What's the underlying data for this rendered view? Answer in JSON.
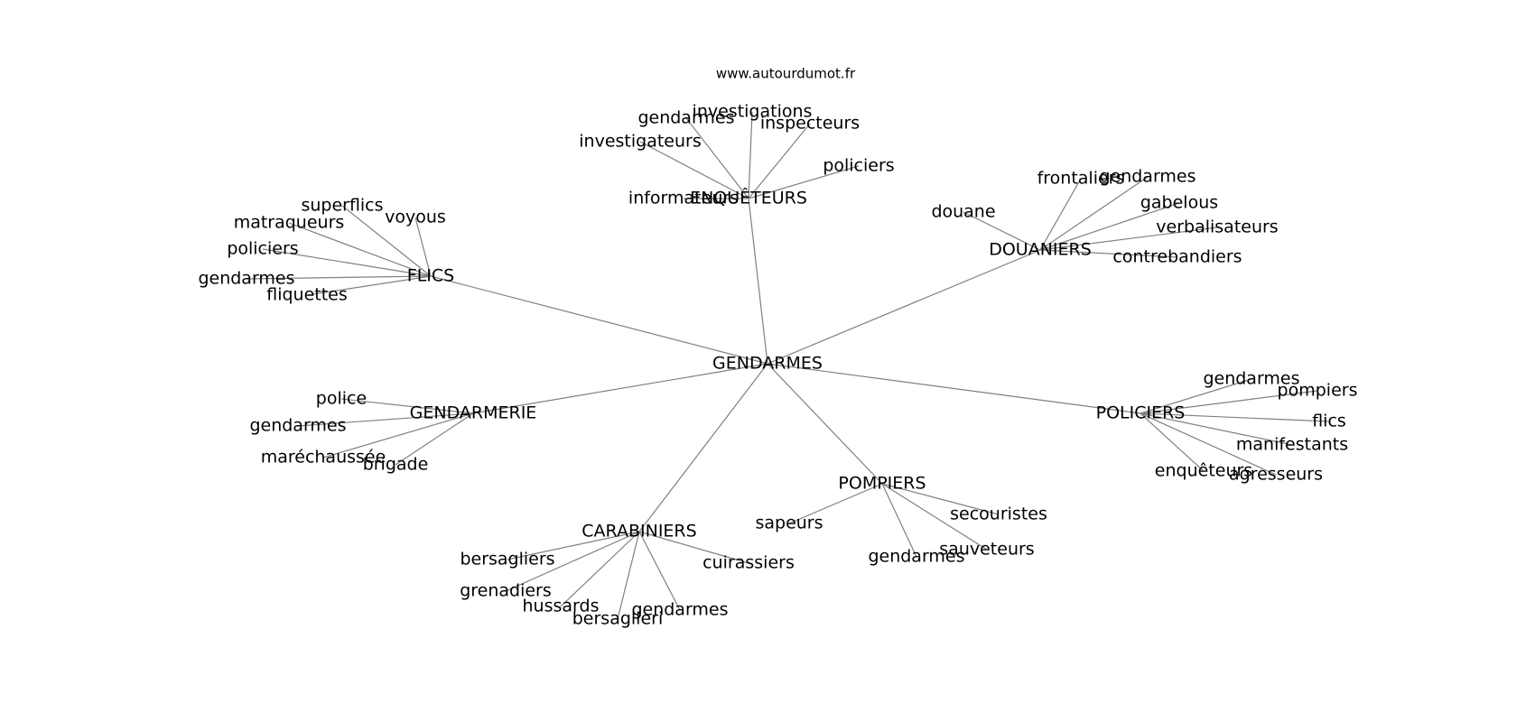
{
  "watermark": "www.autourdumot.fr",
  "colors": {
    "edge": "#808080",
    "text": "#000000",
    "background": "#ffffff"
  },
  "graph": {
    "center": "GENDARMES",
    "hubs": [
      {
        "id": "enqueteurs",
        "label": "ENQUÊTEURS",
        "leaves": [
          "investigations",
          "gendarmes",
          "inspecteurs",
          "investigateurs",
          "policiers",
          "informateurs"
        ]
      },
      {
        "id": "flics",
        "label": "FLICS",
        "leaves": [
          "superflics",
          "voyous",
          "matraqueurs",
          "policiers",
          "gendarmes",
          "fliquettes"
        ]
      },
      {
        "id": "douaniers",
        "label": "DOUANIERS",
        "leaves": [
          "frontaliers",
          "gendarmes",
          "douane",
          "gabelous",
          "verbalisateurs",
          "contrebandiers"
        ]
      },
      {
        "id": "gendarmerie",
        "label": "GENDARMERIE",
        "leaves": [
          "police",
          "gendarmes",
          "maréchaussée",
          "brigade"
        ]
      },
      {
        "id": "policiers",
        "label": "POLICIERS",
        "leaves": [
          "gendarmes",
          "pompiers",
          "flics",
          "manifestants",
          "enquêteurs",
          "agresseurs"
        ]
      },
      {
        "id": "pompiers",
        "label": "POMPIERS",
        "leaves": [
          "sapeurs",
          "secouristes",
          "sauveteurs",
          "gendarmes"
        ]
      },
      {
        "id": "carabiniers",
        "label": "CARABINIERS",
        "leaves": [
          "bersagliers",
          "cuirassiers",
          "grenadiers",
          "hussards",
          "gendarmes",
          "bersaglieri"
        ]
      }
    ]
  }
}
